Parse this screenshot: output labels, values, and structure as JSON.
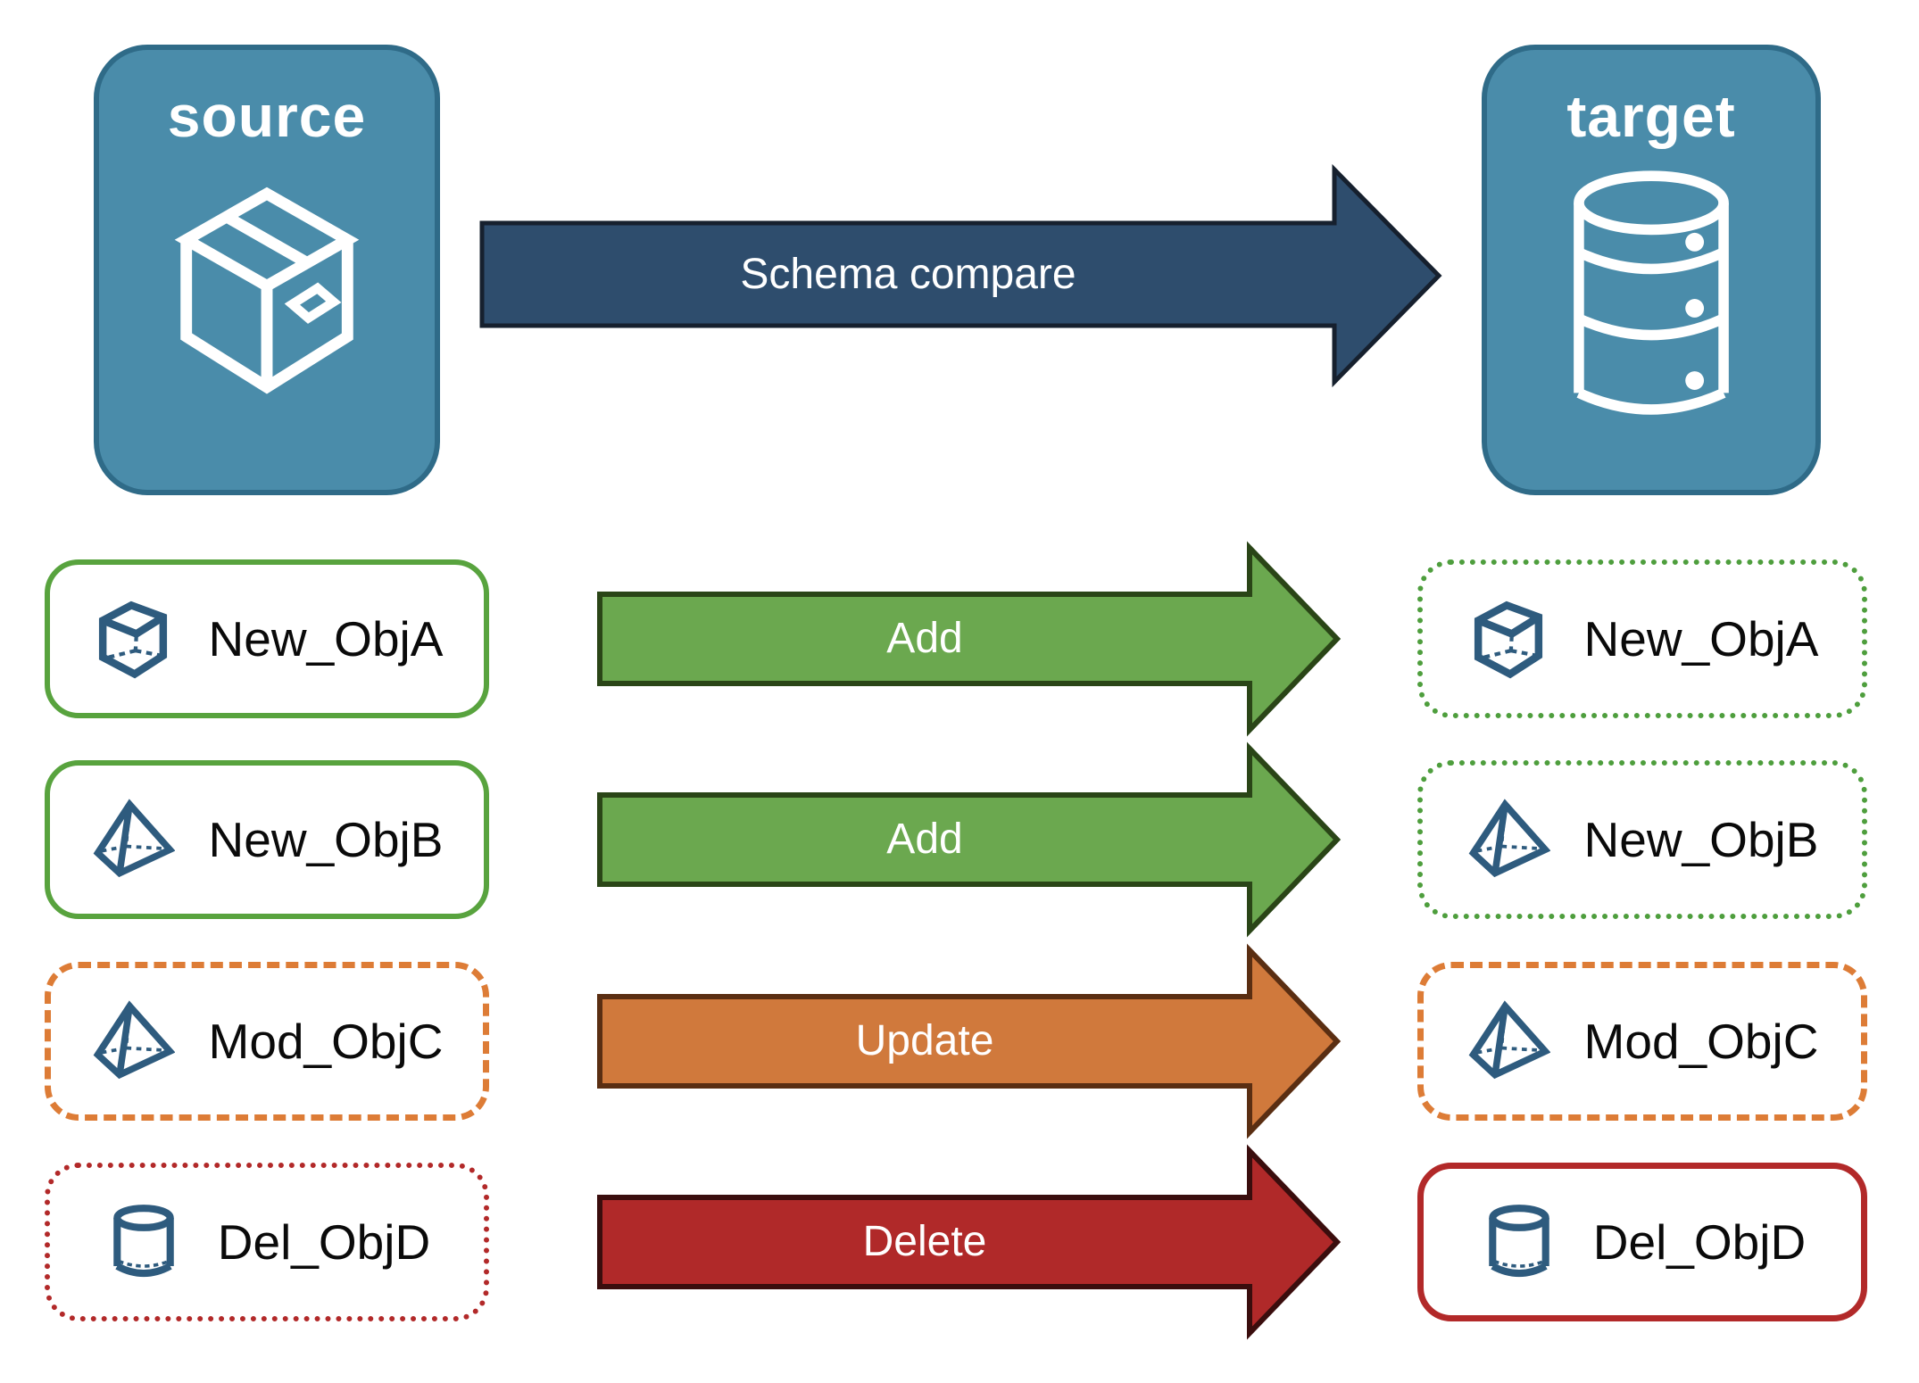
{
  "diagram": {
    "source_label": "source",
    "target_label": "target",
    "compare_arrow_label": "Schema compare"
  },
  "rows": [
    {
      "label": "New_ObjA",
      "icon": "cube-icon",
      "action": "Add",
      "source_border": "green-solid",
      "target_border": "green-dotted"
    },
    {
      "label": "New_ObjB",
      "icon": "pyramid-icon",
      "action": "Add",
      "source_border": "green-solid",
      "target_border": "green-dotted"
    },
    {
      "label": "Mod_ObjC",
      "icon": "pyramid-icon",
      "action": "Update",
      "source_border": "orange-dashed",
      "target_border": "orange-dashed"
    },
    {
      "label": "Del_ObjD",
      "icon": "cylinder-icon",
      "action": "Delete",
      "source_border": "red-dotted",
      "target_border": "red-solid"
    }
  ],
  "colors": {
    "node_fill": "#4a8caa",
    "node_border": "#2f6b88",
    "compare_arrow_fill": "#2e4d6d",
    "add_arrow_fill": "#6ba84f",
    "update_arrow_fill": "#d0793c",
    "delete_arrow_fill": "#b02929",
    "new_border": "#58a33e",
    "modified_border": "#dd7c36",
    "deleted_border": "#b22929",
    "object_icon_stroke": "#2e5b7e"
  }
}
